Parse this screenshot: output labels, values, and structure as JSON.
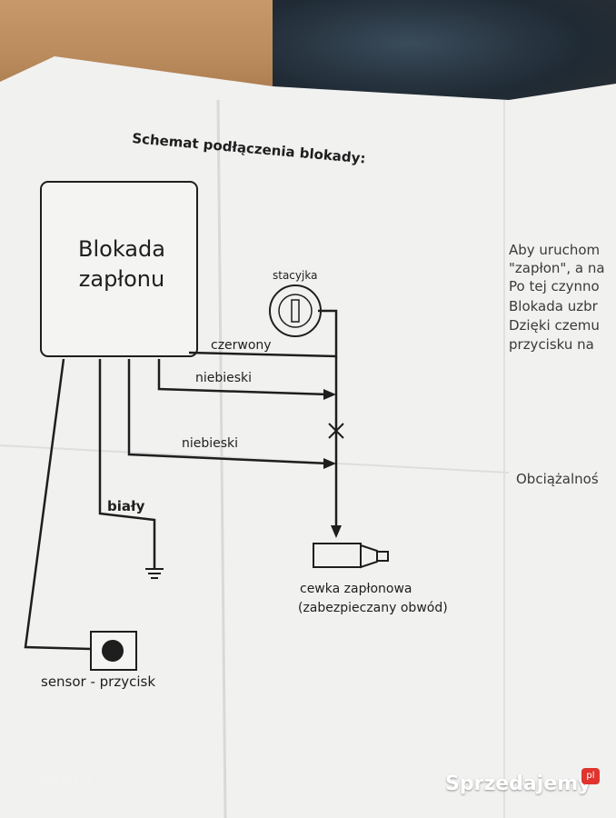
{
  "heading": "Schemat podłączenia blokady:",
  "module": {
    "line1": "Blokada",
    "line2": "zapłonu"
  },
  "ignition_switch_label": "stacyjka",
  "wire_labels": {
    "red": "czerwony",
    "blue_upper": "niebieski",
    "blue_lower": "niebieski",
    "white": "biały"
  },
  "coil_label": {
    "line1": "cewka zapłonowa",
    "line2": "(zabezpieczany obwód)"
  },
  "sensor_label": "sensor - przycisk",
  "right_page_text": [
    "Aby uruchom",
    "\"zapłon\", a na",
    "Po tej czynno",
    "Blokada uzbr",
    "Dzięki czemu",
    "przycisku na"
  ],
  "right_page_lower": "Obciążalnoś",
  "watermarks": {
    "camera": "REDMI 12",
    "site": "Sprzedajemy",
    "badge": "pl"
  },
  "colors": {
    "paper": "#f1f1f0",
    "ink": "#1e1e1e",
    "wood": "#b98a5c",
    "watermark_badge": "#e1342e"
  }
}
